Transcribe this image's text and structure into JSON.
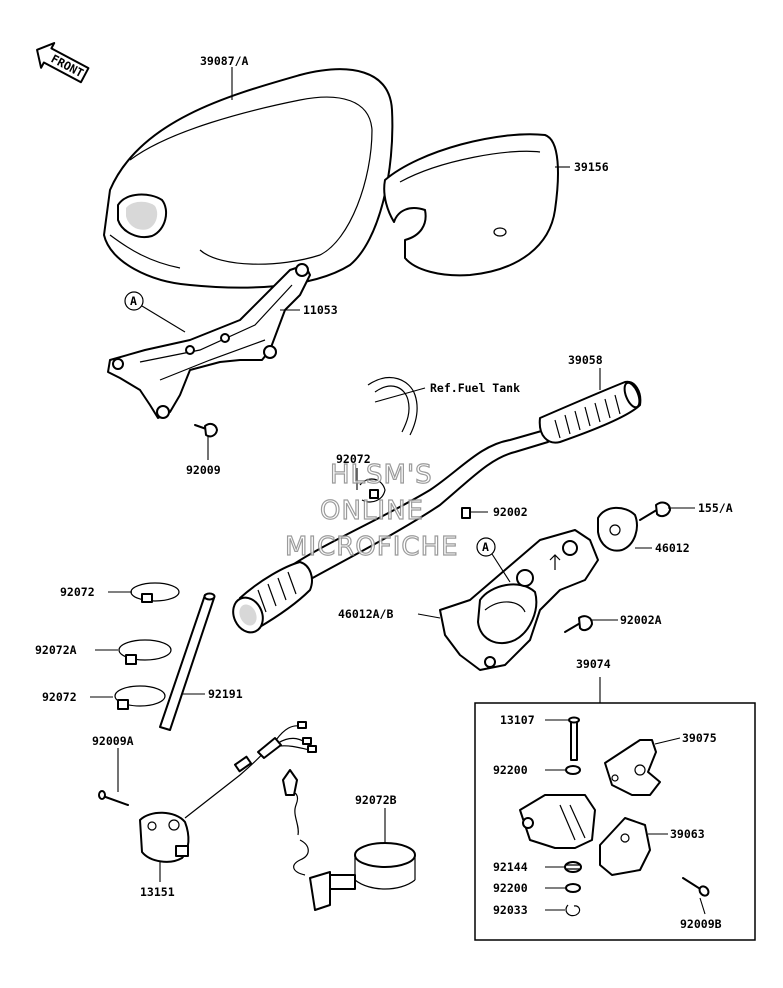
{
  "front_badge": "FRONT",
  "callout_letter": "A",
  "ref_fuel_tank": "Ref.Fuel Tank",
  "labels": {
    "p39087A": "39087/A",
    "p39156": "39156",
    "p11053": "11053",
    "p92009": "92009",
    "p39058": "39058",
    "p92072_top": "92072",
    "p92002": "92002",
    "p155A": "155/A",
    "p46012": "46012",
    "p46012AB": "46012A/B",
    "p92002A": "92002A",
    "p92072_left1": "92072",
    "p92072A": "92072A",
    "p92072_left2": "92072",
    "p92191": "92191",
    "p92009A": "92009A",
    "p13151": "13151",
    "p92072B": "92072B",
    "p39074": "39074",
    "p13107": "13107",
    "p39075": "39075",
    "p92200_1": "92200",
    "p39063": "39063",
    "p92144": "92144",
    "p92200_2": "92200",
    "p92033": "92033",
    "p92009B": "92009B"
  },
  "watermark": {
    "line1": "HLSM'S",
    "line2": "ONLINE",
    "line3": "MICROFICHE"
  }
}
